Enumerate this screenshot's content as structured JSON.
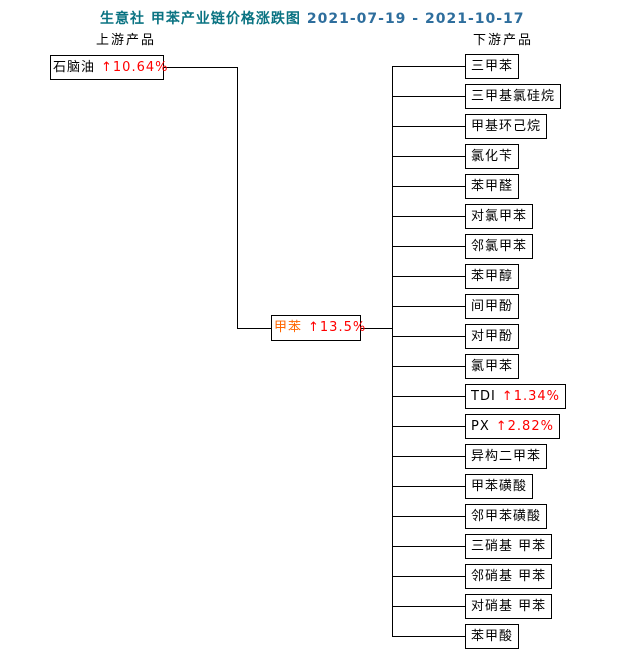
{
  "title": {
    "text": "生意社 甲苯产业链价格涨跌图",
    "date_range": "2021-07-19 - 2021-10-17"
  },
  "section_labels": {
    "upstream": "上游产品",
    "downstream": "下游产品"
  },
  "upstream": {
    "label": "石脑油",
    "change": "↑10.64%"
  },
  "center": {
    "label": "甲苯",
    "change": "↑13.5%"
  },
  "downstream": {
    "items": [
      {
        "label": "三甲苯",
        "change": ""
      },
      {
        "label": "三甲基氯硅烷",
        "change": ""
      },
      {
        "label": "甲基环己烷",
        "change": ""
      },
      {
        "label": "氯化苄",
        "change": ""
      },
      {
        "label": "苯甲醛",
        "change": ""
      },
      {
        "label": "对氯甲苯",
        "change": ""
      },
      {
        "label": "邻氯甲苯",
        "change": ""
      },
      {
        "label": "苯甲醇",
        "change": ""
      },
      {
        "label": "间甲酚",
        "change": ""
      },
      {
        "label": "对甲酚",
        "change": ""
      },
      {
        "label": "氯甲苯",
        "change": ""
      },
      {
        "label": "TDI",
        "change": "↑1.34%"
      },
      {
        "label": "PX",
        "change": "↑2.82%"
      },
      {
        "label": "异构二甲苯",
        "change": ""
      },
      {
        "label": "甲苯磺酸",
        "change": ""
      },
      {
        "label": "邻甲苯磺酸",
        "change": ""
      },
      {
        "label": "三硝基 甲苯",
        "change": ""
      },
      {
        "label": "邻硝基 甲苯",
        "change": ""
      },
      {
        "label": "对硝基 甲苯",
        "change": ""
      },
      {
        "label": "苯甲酸",
        "change": ""
      }
    ]
  },
  "colors": {
    "title": "#0A7382",
    "date": "#2E6E9D",
    "up": "#FF0000",
    "toluene": "#FF6600",
    "line": "#000000"
  }
}
